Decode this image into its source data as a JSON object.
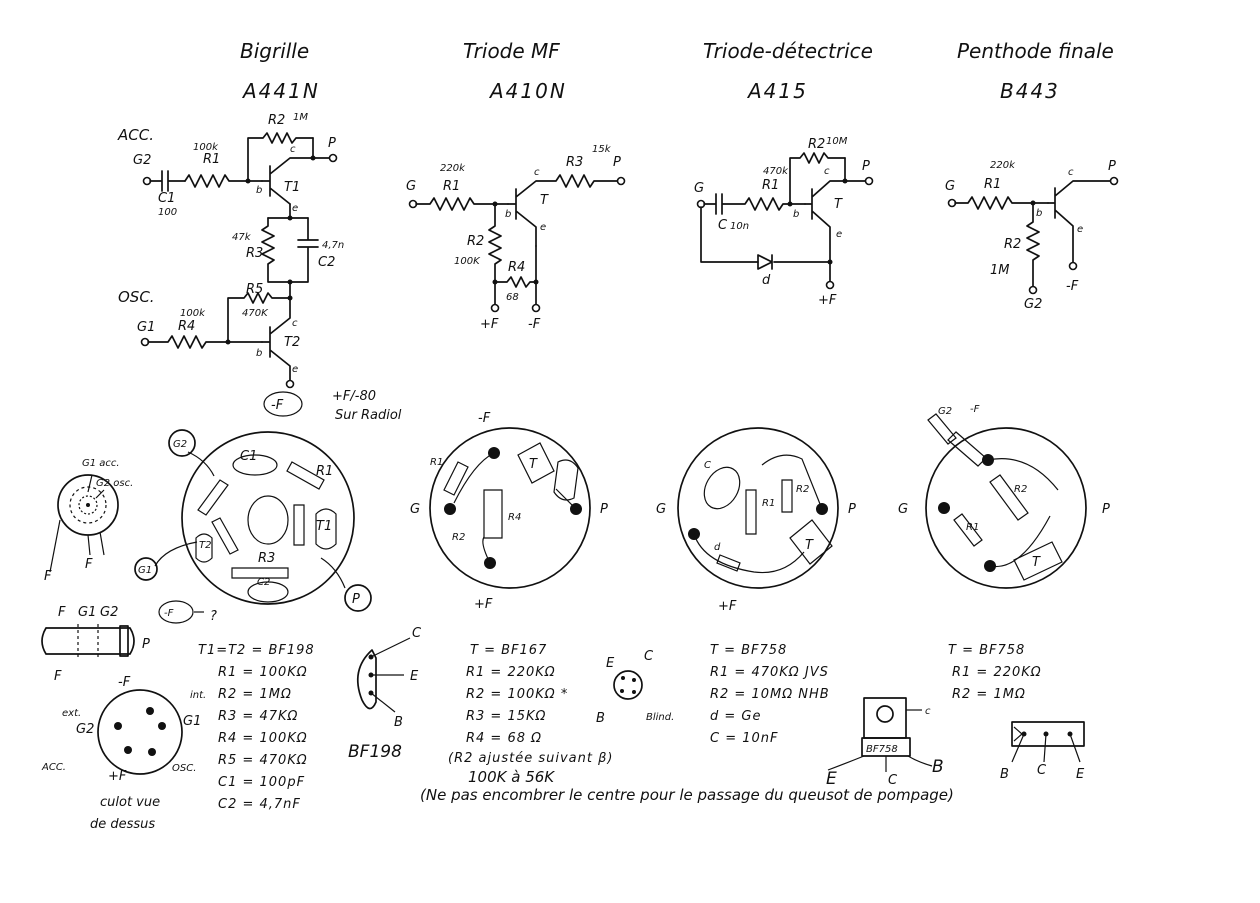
{
  "stages": [
    {
      "title": "Bigrille",
      "model": "A441N"
    },
    {
      "title": "Triode MF",
      "model": "A410N"
    },
    {
      "title": "Triode-détectrice",
      "model": "A415"
    },
    {
      "title": "Penthode finale",
      "model": "B443"
    }
  ],
  "bigrille_schematic": {
    "section_acc": "ACC.",
    "section_osc": "OSC.",
    "g2": "G2",
    "g1": "G1",
    "c1": "C1",
    "c1_value": "100",
    "r1": "R1",
    "r1_value": "100k",
    "r2": "R2",
    "r2_value": "1M",
    "p": "P",
    "t1": "T1",
    "t2": "T2",
    "b": "b",
    "c": "c",
    "e": "e",
    "r3": "R3",
    "r3_value": "47k",
    "c2": "C2",
    "c2_value": "4,7n",
    "r4": "R4",
    "r4_value": "100k",
    "r5": "R5",
    "r5_value": "470K",
    "minus_f": "-F",
    "note_line1": "+F/-80",
    "note_line2": "Sur Radiol"
  },
  "triode_mf_schematic": {
    "g": "G",
    "r1": "R1",
    "r1_value": "220k",
    "r2": "R2",
    "r2_value": "100K",
    "r3": "R3",
    "r3_value": "15k",
    "r4": "R4",
    "r4_value": "68",
    "p": "P",
    "t": "T",
    "b": "b",
    "c": "c",
    "e": "e",
    "plus_f": "+F",
    "minus_f": "-F"
  },
  "triode_det_schematic": {
    "g": "G",
    "c1": "C",
    "c1_value": "10n",
    "r1": "R1",
    "r1_value": "470k",
    "r2": "R2",
    "r2_value": "10M",
    "p": "P",
    "t": "T",
    "b": "b",
    "c": "c",
    "e": "e",
    "d": "d",
    "plus_f": "+F"
  },
  "penthode_schematic": {
    "g": "G",
    "r1": "R1",
    "r1_value": "220k",
    "r2": "R2",
    "r2_value": "1M",
    "p": "P",
    "b": "b",
    "c": "c",
    "e": "e",
    "g2": "G2",
    "minus_f": "-F"
  },
  "layouts": {
    "bigrille": {
      "g2": "G2",
      "g1": "G1",
      "p": "P",
      "c1": "C1",
      "r1": "R1",
      "r3": "R3",
      "c2": "C2",
      "t1": "T1",
      "t2": "T2",
      "minus_f": "-F",
      "question": "?"
    },
    "triode_mf": {
      "top": "-F",
      "bottom": "+F",
      "left": "G",
      "right": "P",
      "r1": "R1",
      "r2": "R2",
      "r4": "R4",
      "t": "T"
    },
    "triode_det": {
      "left": "G",
      "right": "P",
      "bottom": "+F",
      "c": "C",
      "r1": "R1",
      "r2": "R2",
      "t": "T",
      "d": "d"
    },
    "penthode": {
      "left": "G",
      "right": "P",
      "top_g2": "G2",
      "top_f": "-F",
      "r1": "R1",
      "r2": "R2",
      "t": "T"
    }
  },
  "tube_base": {
    "g1_label": "G1 acc.",
    "g2_label": "G2 osc.",
    "f_left": "F",
    "f_right": "F",
    "side_labels": [
      "F",
      "G1",
      "G2",
      "P"
    ],
    "ext": "ext.",
    "int": "int.",
    "g2": "G2",
    "g1": "G1",
    "acc": "ACC.",
    "osc": "OSC.",
    "minus_f": "-F",
    "plus_f": "+F",
    "caption_line1": "culot vue",
    "caption_line2": "de dessus"
  },
  "pinouts": {
    "bf198": {
      "c": "C",
      "e": "E",
      "b": "B",
      "name": "BF198"
    },
    "bf167": {
      "e": "E",
      "c": "C",
      "b": "B",
      "blindage": "Blind."
    },
    "bf758_top": {
      "c": "c",
      "label": "BF758",
      "e": "E",
      "c2": "C",
      "b": "B"
    },
    "bf758_flat": {
      "b": "B",
      "c": "C",
      "e": "E"
    }
  },
  "specs": {
    "bigrille": [
      "T1=T2 = BF198",
      "R1 = 100KΩ",
      "R2 = 1MΩ",
      "R3 = 47KΩ",
      "R4 = 100KΩ",
      "R5 = 470KΩ",
      "C1 = 100pF",
      "C2 = 4,7nF"
    ],
    "triode_mf": [
      "T = BF167",
      "R1 = 220KΩ",
      "R2 = 100KΩ *",
      "R3 = 15KΩ",
      "R4 = 68 Ω"
    ],
    "triode_mf_note1": "(R2 ajustée suivant β)",
    "triode_mf_note2": "100K à 56K",
    "triode_det": [
      "T = BF758",
      "R1 = 470KΩ  JVS",
      "R2 = 10MΩ  NHB",
      "d = Ge",
      "C = 10nF"
    ],
    "penthode": [
      "T = BF758",
      "R1 = 220KΩ",
      "R2 = 1MΩ"
    ]
  },
  "footer_note": "(Ne pas encombrer le centre pour le passage du queusot de pompage)"
}
